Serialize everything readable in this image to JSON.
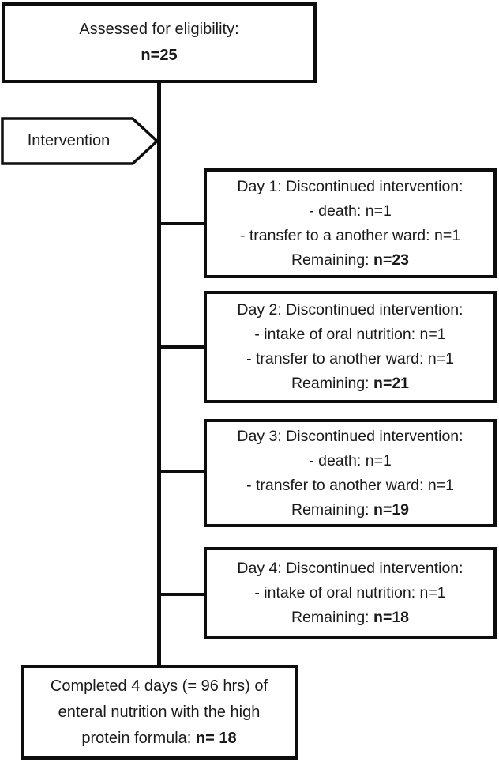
{
  "flowchart": {
    "top_box": {
      "title": "Assessed for eligibility:",
      "value": "n=25"
    },
    "intervention_label": "Intervention",
    "day_boxes": [
      {
        "title": "Day 1: Discontinued intervention:",
        "line1": "- death: n=1",
        "line2": "- transfer to a another ward: n=1",
        "remaining_label": "Remaining: ",
        "remaining_value": "n=23"
      },
      {
        "title": "Day 2: Discontinued intervention:",
        "line1": "- intake of oral nutrition: n=1",
        "line2": "- transfer to another ward: n=1",
        "remaining_label": "Reamining: ",
        "remaining_value": "n=21"
      },
      {
        "title": "Day 3: Discontinued intervention:",
        "line1": "- death: n=1",
        "line2": "- transfer to another ward: n=1",
        "remaining_label": "Remaining: ",
        "remaining_value": "n=19"
      },
      {
        "title": "Day 4: Discontinued intervention:",
        "line1": "- intake of oral nutrition: n=1",
        "remaining_label": "Remaining: ",
        "remaining_value": "n=18"
      }
    ],
    "bottom_box": {
      "line1": "Completed 4 days (= 96 hrs) of",
      "line2": "enteral nutrition with the high",
      "line3_label": "protein formula: ",
      "line3_value": "n= 18"
    },
    "colors": {
      "line": "#0d0d0d",
      "text": "#1a1a1a",
      "background": "#ffffff"
    }
  }
}
